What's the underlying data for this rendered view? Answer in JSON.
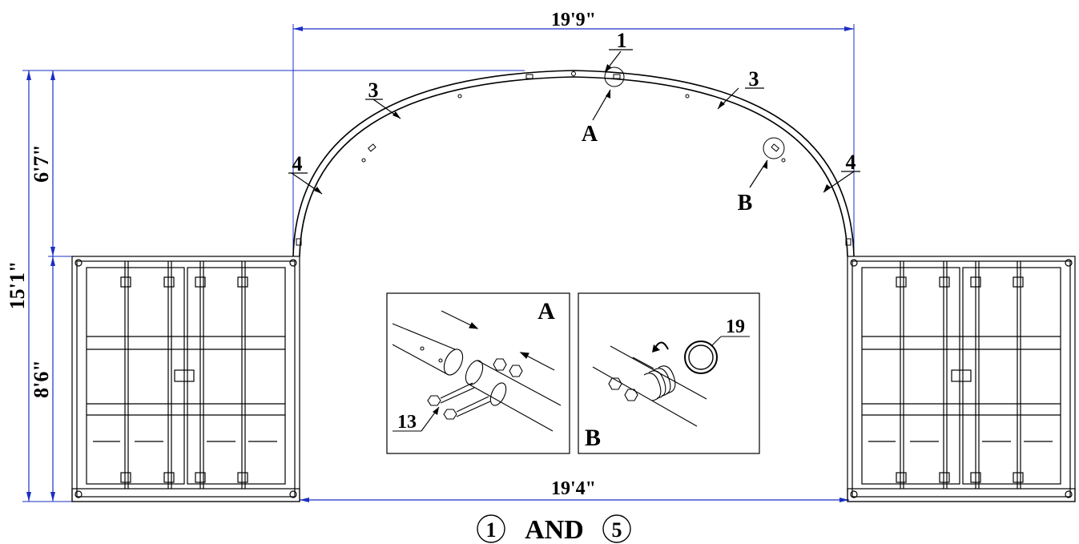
{
  "dimensions": {
    "top_width": "19'9\"",
    "bottom_width": "19'4\"",
    "total_height": "15'1\"",
    "arch_height": "6'7\"",
    "container_height": "8'6\""
  },
  "callouts": {
    "top_center": "1",
    "left_upper": "3",
    "right_upper": "3",
    "left_lower": "4",
    "right_lower": "4",
    "detail_a": "A",
    "detail_b": "B"
  },
  "detail_a": {
    "label": "A",
    "bolt_label": "13"
  },
  "detail_b": {
    "label": "B",
    "ring_label": "19"
  },
  "caption": {
    "num1": "1",
    "word": "AND",
    "num2": "5"
  },
  "colors": {
    "dimension_line": "#1b2fc4",
    "line": "#000000"
  }
}
